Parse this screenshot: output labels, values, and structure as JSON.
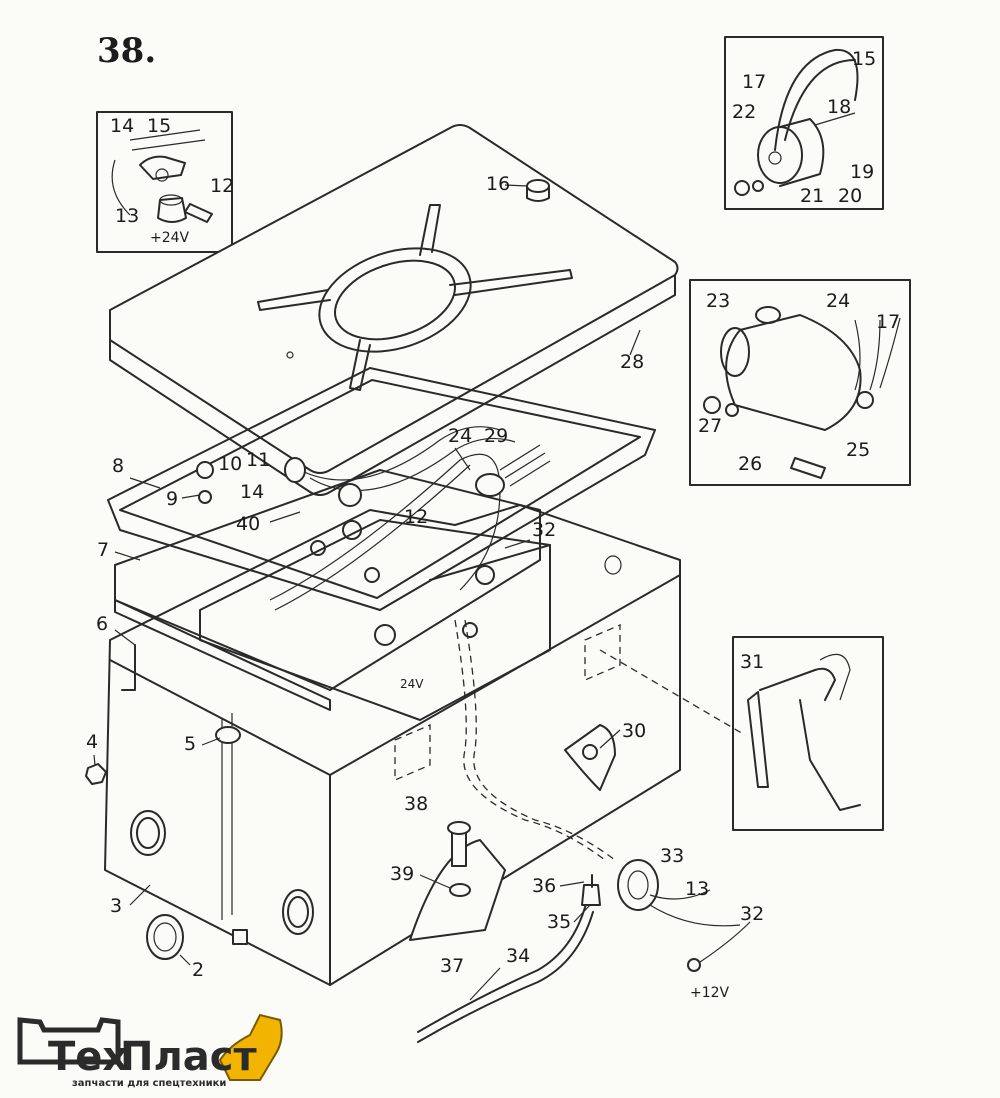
{
  "figure_number": "38.",
  "insets": {
    "top_left": {
      "labels": [
        "14",
        "15",
        "13",
        "12"
      ],
      "voltage": "+24V"
    },
    "top_right": {
      "labels": [
        "17",
        "15",
        "22",
        "18",
        "19",
        "20",
        "21"
      ]
    },
    "middle_right": {
      "labels": [
        "23",
        "24",
        "17",
        "27",
        "26",
        "25"
      ]
    },
    "lower_right": {
      "labels": [
        "31"
      ]
    }
  },
  "part_labels": [
    "28",
    "16",
    "8",
    "10",
    "11",
    "9",
    "14",
    "24",
    "29",
    "40",
    "12",
    "7",
    "32",
    "6",
    "4",
    "5",
    "30",
    "38",
    "39",
    "33",
    "3",
    "36",
    "35",
    "13",
    "32",
    "2",
    "37",
    "34"
  ],
  "battery_voltage_label": "24V",
  "cable_voltage_label": "+12V",
  "logo": {
    "brand_left": "Тех",
    "brand_right": "Пласт",
    "tagline": "запчасти для спецтехники",
    "color_dark": "#2b2b2b",
    "color_accent": "#f2b400"
  }
}
